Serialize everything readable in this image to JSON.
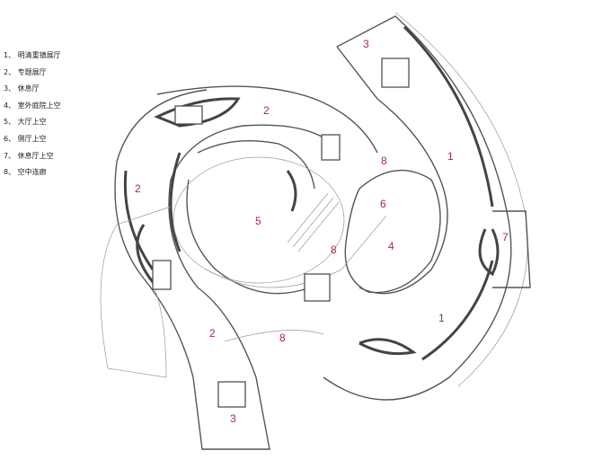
{
  "legend": [
    {
      "num": "1",
      "sep": "、",
      "name": "明清重镇展厅"
    },
    {
      "num": "2",
      "sep": "、",
      "name": "专题展厅"
    },
    {
      "num": "3",
      "sep": "、",
      "name": "休息厅"
    },
    {
      "num": "4",
      "sep": "、",
      "name": "室外庭院上空"
    },
    {
      "num": "5",
      "sep": "、",
      "name": "大厅上空"
    },
    {
      "num": "6",
      "sep": "、",
      "name": "侧厅上空"
    },
    {
      "num": "7",
      "sep": "、",
      "name": "休息厅上空"
    },
    {
      "num": "8",
      "sep": "、",
      "name": "空中连廊"
    }
  ],
  "rooms": [
    "3",
    "2",
    "1",
    "8",
    "2",
    "6",
    "5",
    "4",
    "8",
    "7",
    "1",
    "2",
    "8",
    "3"
  ],
  "colors": {
    "label": "#b0283a",
    "wall": "#555555"
  }
}
